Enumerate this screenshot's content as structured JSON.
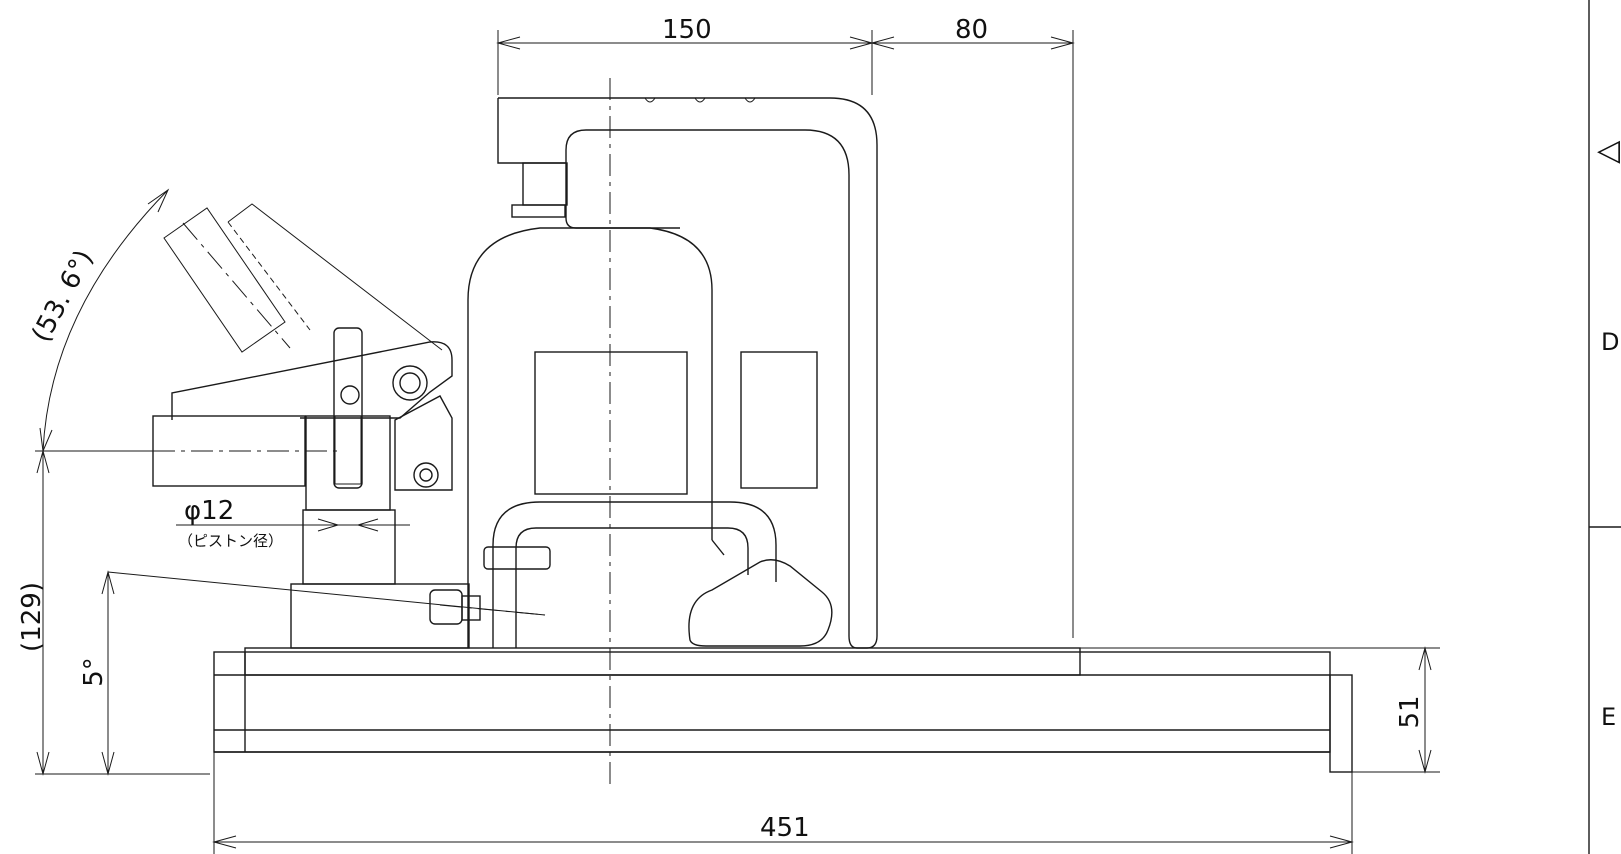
{
  "dimensions": {
    "top_width": "150",
    "top_offset": "80",
    "overall_length": "451",
    "base_height": "51",
    "lever_height": "(129)",
    "tilt_angle": "5°",
    "lever_angle": "(53. 6°)",
    "piston_dia": "φ12",
    "piston_note": "（ピストン径）"
  },
  "title_block": {
    "zone_d": "D",
    "zone_e": "E",
    "revision_marker": "◁"
  }
}
